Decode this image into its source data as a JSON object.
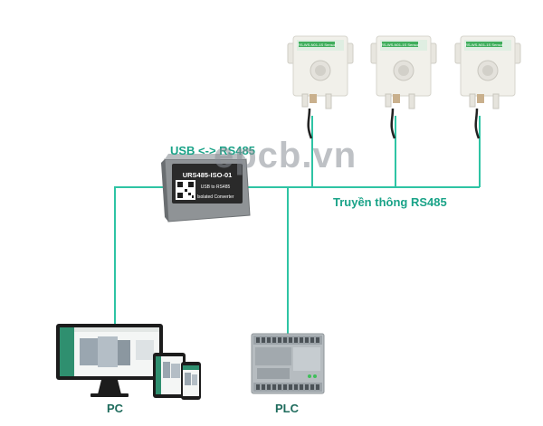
{
  "colors": {
    "bus_line": "#2ec4a4",
    "label_teal": "#1aa388",
    "label_dark": "#1e6b5c",
    "watermark": "#8a8f96",
    "sensor_label_green": "#3fae5c"
  },
  "labels": {
    "converter_title": "USB <-> RS485",
    "bus_label": "Truyền thông RS485",
    "pc_label": "PC",
    "plc_label": "PLC"
  },
  "converter": {
    "model": "URS485-ISO-01",
    "line1": "USB to RS485",
    "line2": "Isolated Converter"
  },
  "sensors": [
    {
      "label": "RS-WS-N01-1S Sensor"
    },
    {
      "label": "RS-WS-N01-1S Sensor"
    },
    {
      "label": "RS-WS-N01-1S Sensor"
    }
  ],
  "watermark": "epcb.vn",
  "icons": {
    "computer": "desktop-monitor-icon",
    "tablet": "tablet-icon",
    "phone": "smartphone-icon",
    "plc": "plc-controller-icon",
    "converter": "usb-rs485-converter-icon",
    "sensor": "humidity-sensor-icon"
  }
}
